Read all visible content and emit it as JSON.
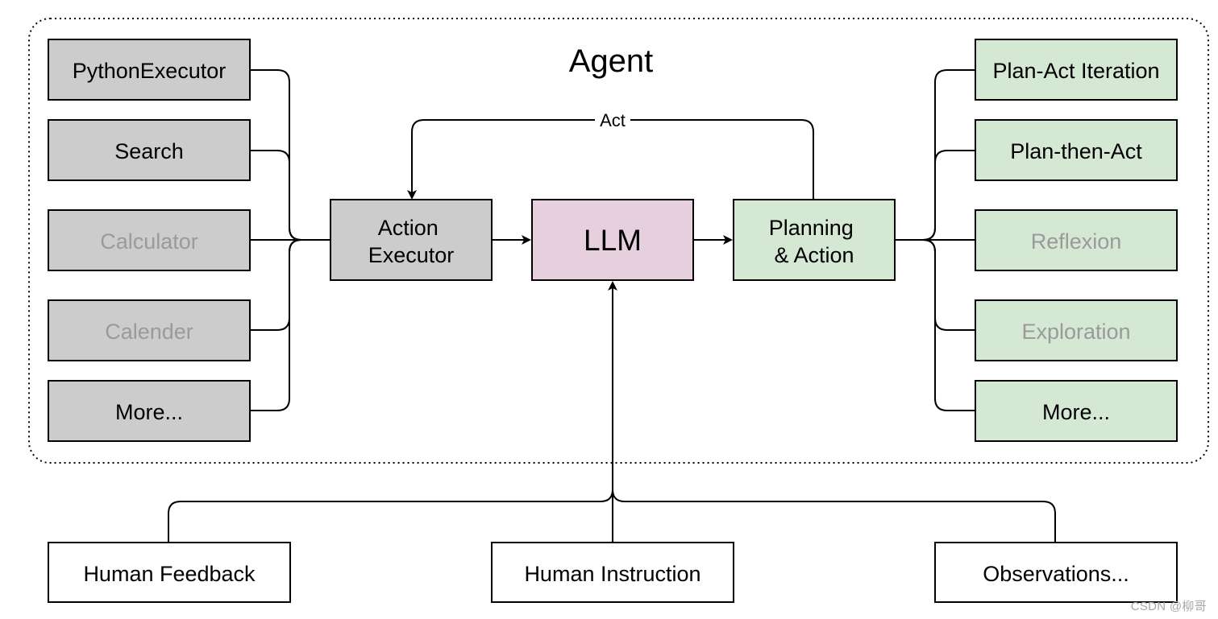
{
  "agent": {
    "title": "Agent",
    "act_label": "Act"
  },
  "tools": {
    "color": "#cccccc",
    "items": [
      {
        "label": "PythonExecutor",
        "muted": false
      },
      {
        "label": "Search",
        "muted": false
      },
      {
        "label": "Calculator",
        "muted": true
      },
      {
        "label": "Calender",
        "muted": true
      },
      {
        "label": "More...",
        "muted": false
      }
    ]
  },
  "core": {
    "action_executor": {
      "label": "Action Executor",
      "lines": [
        "Action",
        "Executor"
      ],
      "color": "#cccccc"
    },
    "llm": {
      "label": "LLM",
      "color": "#e6d0de"
    },
    "planning": {
      "label": "Planning & Action",
      "lines": [
        "Planning",
        "& Action"
      ],
      "color": "#d5e8d4"
    }
  },
  "strategies": {
    "color": "#d5e8d4",
    "items": [
      {
        "label": "Plan-Act Iteration",
        "muted": false
      },
      {
        "label": "Plan-then-Act",
        "muted": false
      },
      {
        "label": "Reflexion",
        "muted": true
      },
      {
        "label": "Exploration",
        "muted": true
      },
      {
        "label": "More...",
        "muted": false
      }
    ]
  },
  "inputs": {
    "color": "#ffffff",
    "items": [
      {
        "label": "Human Feedback"
      },
      {
        "label": "Human Instruction"
      },
      {
        "label": "Observations..."
      }
    ]
  },
  "colors": {
    "stroke": "#000000",
    "muted_text": "#9a9a9a"
  },
  "watermark": "CSDN @柳哥"
}
